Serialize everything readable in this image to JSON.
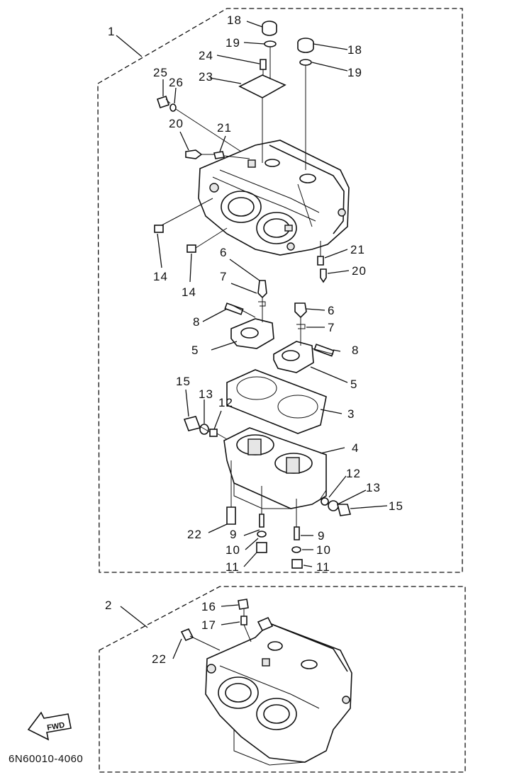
{
  "callouts": {
    "c1": "1",
    "c2": "2",
    "c18a": "18",
    "c18b": "18",
    "c19a": "19",
    "c19b": "19",
    "c24": "24",
    "c23": "23",
    "c25": "25",
    "c26": "26",
    "c20a": "20",
    "c21a": "21",
    "c21b": "21",
    "c20b": "20",
    "c14a": "14",
    "c14b": "14",
    "c6a": "6",
    "c7a": "7",
    "c8a": "8",
    "c5a": "5",
    "c6b": "6",
    "c7b": "7",
    "c8b": "8",
    "c5b": "5",
    "c3": "3",
    "c4": "4",
    "c15a": "15",
    "c13a": "13",
    "c12a": "12",
    "c12b": "12",
    "c13b": "13",
    "c15b": "15",
    "c22a": "22",
    "c9a": "9",
    "c10a": "10",
    "c11a": "11",
    "c9b": "9",
    "c10b": "10",
    "c11b": "11",
    "c16": "16",
    "c17": "17",
    "c22b": "22"
  },
  "fwd_label": "FWD",
  "diagram_code": "6N60010-4060"
}
